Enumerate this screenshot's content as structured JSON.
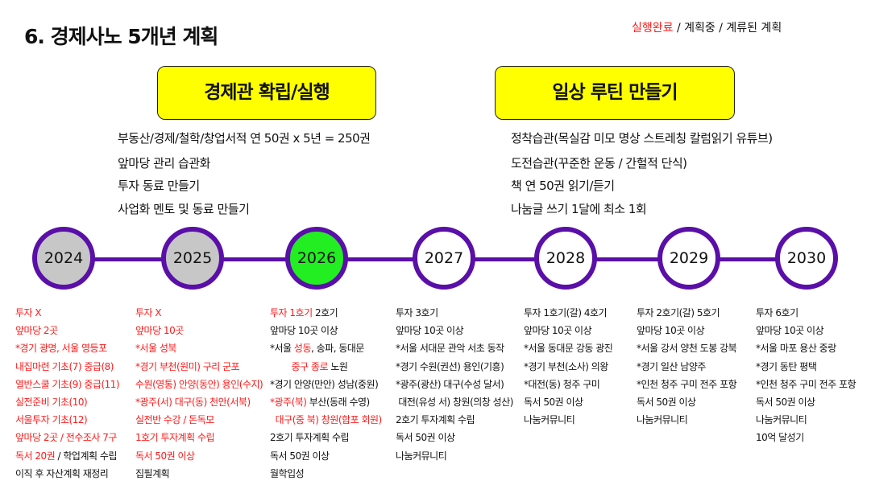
{
  "title": "6. 경제사노 5개년 계획",
  "legend": {
    "done": "실행완료",
    "sep1": " / ",
    "planning": "계획중",
    "sep2": " /  ",
    "continued": "계류된 계획"
  },
  "accent_colors": {
    "done": "#ff1a1a",
    "timeline": "#5a0fa8",
    "box": "#ffff00",
    "current_year": "#22ee22",
    "past_year": "#c7c7c7"
  },
  "left_goal": {
    "title": "경제관 확립/실행",
    "items": [
      "부동산/경제/철학/창업서적 연 50권 x 5년 = 250권",
      "앞마당 관리 습관화",
      "투자 동료 만들기",
      "사업화 멘토 및 동료 만들기"
    ]
  },
  "right_goal": {
    "title": "일상 루틴 만들기",
    "items": [
      "정착습관(목실감 미모 명상 스트레칭 칼럼읽기 유튜브)",
      "도전습관(꾸준한 운동 / 간헐적 단식)",
      "책 연 50권 읽기/듣기",
      "나눔글 쓰기 1달에 최소 1회"
    ]
  },
  "years": [
    {
      "year": "2024",
      "state": "past",
      "lines": [
        [
          [
            "투자 X",
            "r"
          ]
        ],
        [
          [
            "앞마당 2곳",
            "r"
          ]
        ],
        [
          [
            "*경기 광명, 서울 영등포",
            "r"
          ]
        ],
        [
          [
            "내집마련 기초(7) 중급(8)",
            "r"
          ]
        ],
        [
          [
            "열반스쿨 기초(9) 중급(11)",
            "r"
          ]
        ],
        [
          [
            "실전준비 기초(10)",
            "r"
          ]
        ],
        [
          [
            "서울투자 기초(12)",
            "r"
          ]
        ],
        [
          [
            "앞마당 2곳 / 전수조사 7구",
            "r"
          ]
        ],
        [
          [
            "독서 20권",
            "r"
          ],
          [
            " / 학업계획 수립",
            ""
          ]
        ],
        [
          [
            "이직 후 자산계획 재정리",
            ""
          ]
        ]
      ]
    },
    {
      "year": "2025",
      "state": "past",
      "lines": [
        [
          [
            "투자 X",
            "r"
          ]
        ],
        [
          [
            "앞마당 10곳",
            "r"
          ]
        ],
        [
          [
            "*서울 성북",
            "r"
          ]
        ],
        [
          [
            "*경기 부천(원미) 구리 군포",
            "r"
          ]
        ],
        [
          [
            "수원(영통) 안양(동안) 용인(수지)",
            "r"
          ]
        ],
        [
          [
            "*광주(서) 대구(동) 천안(서북)",
            "r"
          ]
        ],
        [
          [
            "실전반 수강 / 돈독모",
            "r"
          ]
        ],
        [
          [
            "1호기 투자계획 수립",
            "r"
          ]
        ],
        [
          [
            "독서 50권 이상",
            "r"
          ]
        ],
        [
          [
            "집필계획",
            ""
          ]
        ]
      ]
    },
    {
      "year": "2026",
      "state": "current",
      "lines": [
        [
          [
            "투자 1호기",
            "r"
          ],
          [
            " 2호기",
            ""
          ]
        ],
        [
          [
            "앞마당 10곳 이상",
            ""
          ]
        ],
        [
          [
            "*서울 ",
            ""
          ],
          [
            "성동",
            "r"
          ],
          [
            ", 송파, 동대문",
            ""
          ]
        ],
        [
          [
            "        ",
            ""
          ],
          [
            "중구 종로",
            "r"
          ],
          [
            " 노원",
            ""
          ]
        ],
        [
          [
            "*경기 안양(만안) 성남(중원)",
            ""
          ]
        ],
        [
          [
            "*광주(북)",
            "r"
          ],
          [
            " 부산(동래 수영)",
            ""
          ]
        ],
        [
          [
            "  ",
            ""
          ],
          [
            "대구(중 북) 창원(합포 회원)",
            "r"
          ]
        ],
        [
          [
            "2호기 투자계획 수립",
            ""
          ]
        ],
        [
          [
            "독서 50권 이상",
            ""
          ]
        ],
        [
          [
            "월학입성",
            ""
          ]
        ]
      ]
    },
    {
      "year": "2027",
      "state": "future",
      "lines": [
        [
          [
            "투자 3호기",
            ""
          ]
        ],
        [
          [
            "앞마당 10곳 이상",
            ""
          ]
        ],
        [
          [
            "*서울 서대문 관악 서초 동작",
            ""
          ]
        ],
        [
          [
            "*경기 수원(권선) 용인(기흥)",
            ""
          ]
        ],
        [
          [
            "*광주(광산) 대구(수성 달서)",
            ""
          ]
        ],
        [
          [
            " 대전(유성 서) 창원(의창 성산)",
            ""
          ]
        ],
        [
          [
            "2호기 투자계획 수립",
            ""
          ]
        ],
        [
          [
            "독서 50권 이상",
            ""
          ]
        ],
        [
          [
            "나눔커뮤니티",
            ""
          ]
        ]
      ]
    },
    {
      "year": "2028",
      "state": "future",
      "lines": [
        [
          [
            "투자 1호기(갈) 4호기",
            ""
          ]
        ],
        [
          [
            "앞마당 10곳 이상",
            ""
          ]
        ],
        [
          [
            "*서울 동대문 강동 광진",
            ""
          ]
        ],
        [
          [
            "*경기 부천(소사) 의왕",
            ""
          ]
        ],
        [
          [
            "*대전(동) 청주 구미",
            ""
          ]
        ],
        [
          [
            "독서 50권 이상",
            ""
          ]
        ],
        [
          [
            "나눔커뮤니티",
            ""
          ]
        ]
      ]
    },
    {
      "year": "2029",
      "state": "future",
      "lines": [
        [
          [
            "투자 2호기(갈) 5호기",
            ""
          ]
        ],
        [
          [
            "앞마당 10곳 이상",
            ""
          ]
        ],
        [
          [
            "*서울 강서 양천 도봉 강북",
            ""
          ]
        ],
        [
          [
            "*경기 일산 남양주",
            ""
          ]
        ],
        [
          [
            "*인천 청주 구미 전주 포항",
            ""
          ]
        ],
        [
          [
            "독서 50권 이상",
            ""
          ]
        ],
        [
          [
            "나눔커뮤니티",
            ""
          ]
        ]
      ]
    },
    {
      "year": "2030",
      "state": "future",
      "lines": [
        [
          [
            "투자 6호기",
            ""
          ]
        ],
        [
          [
            "앞마당 10곳 이상",
            ""
          ]
        ],
        [
          [
            "*서울 마포 용산 중랑",
            ""
          ]
        ],
        [
          [
            "*경기 동탄 평택",
            ""
          ]
        ],
        [
          [
            "*인천 청주 구미 전주 포항",
            ""
          ]
        ],
        [
          [
            "독서 50권 이상",
            ""
          ]
        ],
        [
          [
            "나눔커뮤니티",
            ""
          ]
        ],
        [
          [
            "10억 달성기",
            ""
          ]
        ]
      ]
    }
  ]
}
